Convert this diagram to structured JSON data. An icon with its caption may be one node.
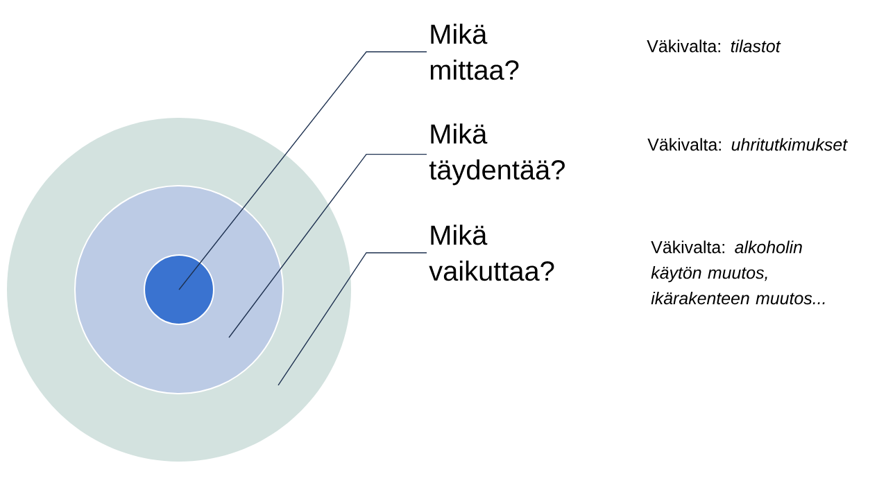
{
  "diagram": {
    "nodes": [
      {
        "text": [],
        "shape": "circle"
      },
      {
        "text": [],
        "shape": "circle",
        "in": 0
      },
      {
        "text": [],
        "shape": "circle",
        "in": 1
      },
      {
        "text": [
          "Mikä mittaa?"
        ]
      },
      {
        "text": [
          "Mikä täydentää?"
        ]
      },
      {
        "text": [
          "Mikä vaikuttaa?"
        ]
      }
    ],
    "edges": [
      {
        "from": 3,
        "to": 2,
        "arrow": "none"
      },
      {
        "from": 4,
        "to": 1,
        "arrow": "none"
      },
      {
        "from": 5,
        "to": 0,
        "arrow": "none"
      }
    ],
    "labels": [
      "Väkivalta: *tilastot*",
      "Väkivalta: *uhritutkimukset*",
      "Väkivalta: *alkoholin käytön muutos, ikärakenteen muutos...*"
    ]
  }
}
